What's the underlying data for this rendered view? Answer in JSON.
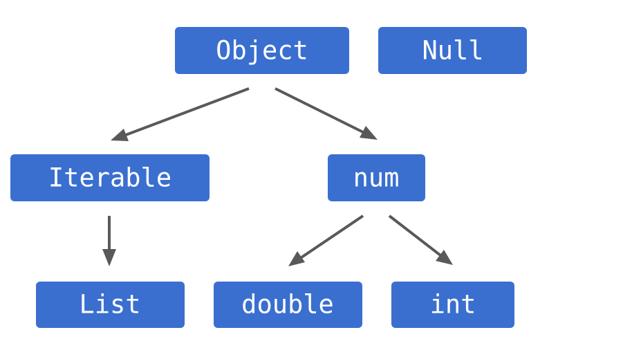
{
  "colors": {
    "node_fill": "#3a6fd0",
    "node_text": "#ffffff",
    "arrow": "#595959",
    "background": "#ffffff"
  },
  "nodes": {
    "object": "Object",
    "null": "Null",
    "iterable": "Iterable",
    "num": "num",
    "list": "List",
    "double": "double",
    "int": "int"
  },
  "edges": [
    {
      "from": "Object",
      "to": "Iterable"
    },
    {
      "from": "Object",
      "to": "num"
    },
    {
      "from": "Iterable",
      "to": "List"
    },
    {
      "from": "num",
      "to": "double"
    },
    {
      "from": "num",
      "to": "int"
    }
  ]
}
